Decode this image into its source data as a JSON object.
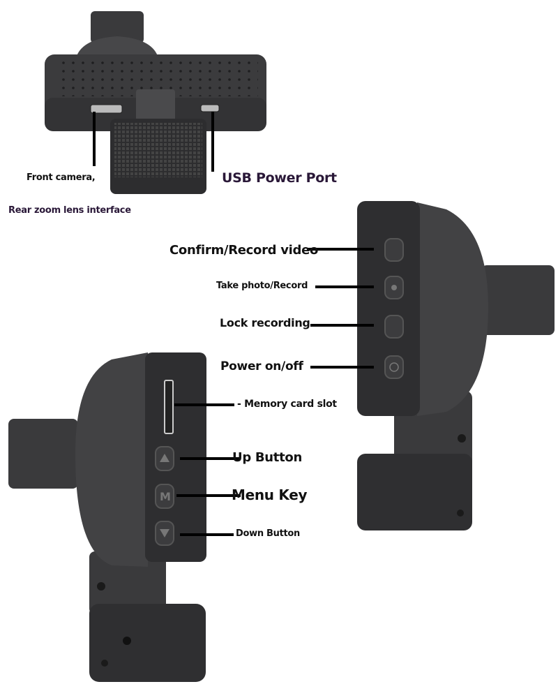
{
  "title": "Dash camera button and port layout",
  "top_view": {
    "labels": {
      "front_camera": "Front camera,",
      "rear_lens": "Rear zoom lens interface",
      "usb": "USB Power Port"
    }
  },
  "right_view": {
    "labels": {
      "confirm": "Confirm/Record video",
      "photo": "Take photo/Record",
      "lock": "Lock recording",
      "power": "Power on/off"
    }
  },
  "left_view": {
    "labels": {
      "memory": "- Memory card slot",
      "up": "Up Button",
      "menu": "Menu Key",
      "down": "Down Button"
    }
  },
  "colors": {
    "body": "#3b3b3d",
    "face": "#2e2e30",
    "line": "#000000",
    "label_purple": "#2a1838"
  }
}
